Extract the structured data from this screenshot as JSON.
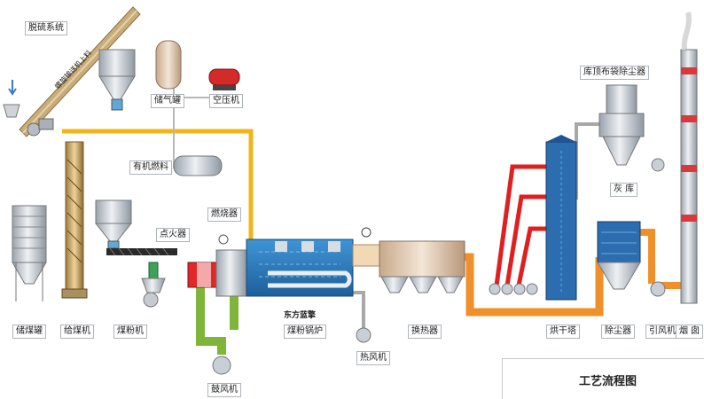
{
  "labels": {
    "desulfurization": "脱硫系统",
    "conveyor": "螺旋输送机上料",
    "gas_tank": "储气罐",
    "compressor": "空压机",
    "organic_fuel": "有机燃料",
    "burner": "燃烧器",
    "igniter": "点火器",
    "warehouse_dust": "库顶布袋除尘器",
    "ash_bin": "灰 库",
    "coal_bunker": "储煤罐",
    "feeder": "给煤机",
    "pulverizer": "煤粉机",
    "blower": "鼓风机",
    "boiler": "煤粉锅炉",
    "hot_fan": "热风机",
    "heat_exchanger": "换热器",
    "dryer": "烘干塔",
    "dust_collector": "除尘器",
    "induced_fan": "引风机",
    "chimney": "烟 囱"
  },
  "brand": "东方蓝擎",
  "title": "工艺流程图",
  "colors": {
    "yellow_pipe": "#f2b418",
    "orange_pipe": "#f0902a",
    "green_pipe": "#7fb53a",
    "red_pipe": "#e02020",
    "gray_pipe": "#a8a8a8",
    "boiler_blue": "#2c7fc1",
    "steel": "#c9cfd6"
  }
}
